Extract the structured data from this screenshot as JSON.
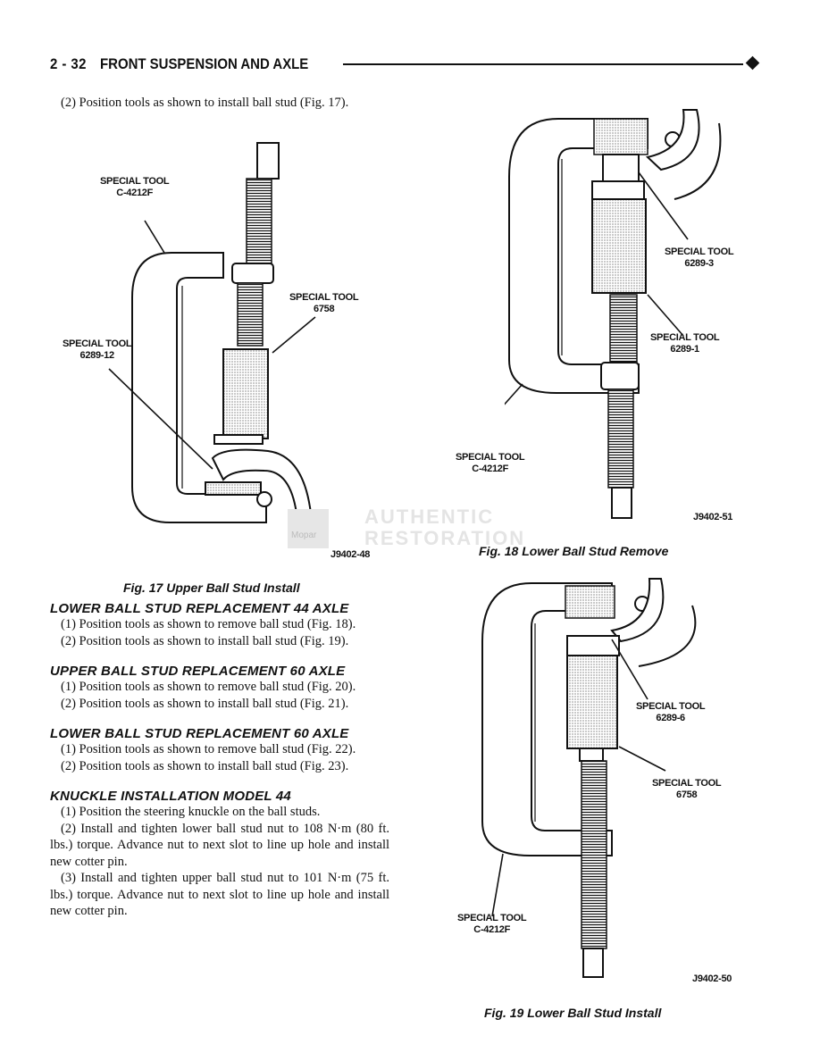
{
  "header": {
    "page_number": "2 - 32",
    "section_title": "FRONT SUSPENSION AND AXLE"
  },
  "intro": {
    "step": "(2) Position tools as shown to install ball stud (Fig. 17)."
  },
  "fig17": {
    "callouts": {
      "c4212f": [
        "SPECIAL TOOL",
        "C-4212F"
      ],
      "t6758": [
        "SPECIAL TOOL",
        "6758"
      ],
      "t628912": [
        "SPECIAL TOOL",
        "6289-12"
      ]
    },
    "id": "J9402-48",
    "caption": "Fig. 17 Upper Ball Stud Install"
  },
  "fig18": {
    "callouts": {
      "t62893": [
        "SPECIAL TOOL",
        "6289-3"
      ],
      "t62891": [
        "SPECIAL TOOL",
        "6289-1"
      ],
      "c4212f": [
        "SPECIAL TOOL",
        "C-4212F"
      ]
    },
    "id": "J9402-51",
    "caption": "Fig. 18 Lower Ball Stud Remove"
  },
  "fig19": {
    "callouts": {
      "t62896": [
        "SPECIAL TOOL",
        "6289-6"
      ],
      "t6758": [
        "SPECIAL TOOL",
        "6758"
      ],
      "c4212f": [
        "SPECIAL TOOL",
        "C-4212F"
      ]
    },
    "id": "J9402-50",
    "caption": "Fig. 19 Lower Ball Stud Install"
  },
  "watermark": {
    "line1": "AUTHENTIC",
    "line2": "RESTORATION",
    "brand": "Mopar"
  },
  "sections": [
    {
      "heading": "LOWER BALL STUD REPLACEMENT 44 AXLE",
      "steps": [
        "(1) Position tools as shown to remove ball stud (Fig. 18).",
        "(2) Position tools as shown to install ball stud (Fig. 19)."
      ]
    },
    {
      "heading": "UPPER BALL STUD REPLACEMENT 60 AXLE",
      "steps": [
        "(1) Position tools as shown to remove ball stud (Fig. 20).",
        "(2) Position tools as shown to install ball stud (Fig. 21)."
      ]
    },
    {
      "heading": "LOWER BALL STUD REPLACEMENT 60 AXLE",
      "steps": [
        "(1) Position tools as shown to remove ball stud (Fig. 22).",
        "(2) Position tools as shown to install ball stud (Fig. 23)."
      ]
    },
    {
      "heading": "KNUCKLE INSTALLATION MODEL 44",
      "steps": [
        "(1) Position the steering knuckle on the ball studs.",
        "(2) Install and tighten lower ball stud nut to 108 N·m (80 ft. lbs.) torque. Advance nut to next slot to line up hole and install new cotter pin.",
        "(3) Install and tighten upper ball stud nut to 101 N·m (75 ft. lbs.) torque. Advance nut to next slot to line up hole and install new cotter pin."
      ]
    }
  ]
}
